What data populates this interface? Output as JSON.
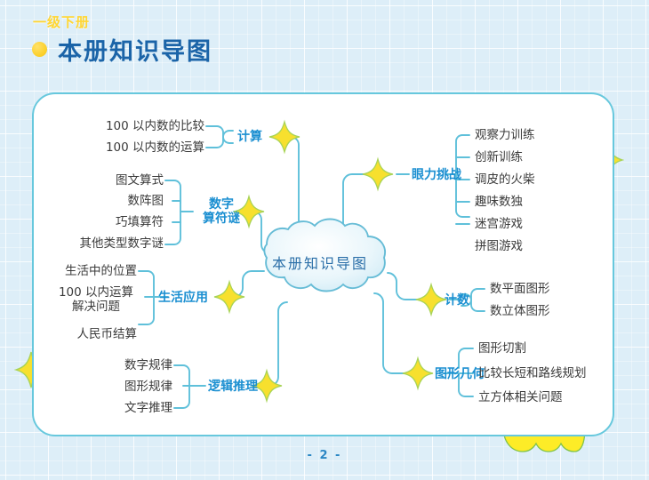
{
  "header": {
    "grade_label": "一级下册",
    "title": "本册知识导图",
    "bullet_icon": "dot-icon"
  },
  "footer": {
    "page_number": "- 2 -"
  },
  "colors": {
    "page_background": "#ddeef8",
    "card_background": "#ffffff",
    "card_border": "#67c8dd",
    "title_blue": "#1b64a8",
    "branch_blue": "#1b8fd1",
    "connector_blue": "#5fc0da",
    "sparkle_yellow": "#f7e02e",
    "sparkle_outline": "#9fd24a",
    "leaf_text": "#3b3b3b",
    "center_text": "#2b6fa8",
    "grade_yellow": "#ffd633"
  },
  "mindmap": {
    "center": {
      "label": "本册知识导图",
      "shape": "cloud"
    },
    "branches": [
      {
        "id": "jisuan",
        "label": "计算",
        "side": "left",
        "marker_icon": "sparkle-icon",
        "leaves": [
          "100 以内数的比较",
          "100 以内数的运算"
        ]
      },
      {
        "id": "shuzisuanfumi",
        "label": "数字算符谜",
        "label_line1": "数字",
        "label_line2": "算符谜",
        "side": "left",
        "marker_icon": "sparkle-icon",
        "leaves": [
          "图文算式",
          "数阵图",
          "巧填算符",
          "其他类型数字谜"
        ]
      },
      {
        "id": "shenghuoyingyong",
        "label": "生活应用",
        "side": "left",
        "marker_icon": "sparkle-icon",
        "leaves": [
          "生活中的位置",
          "100 以内运算解决问题",
          "人民币结算"
        ]
      },
      {
        "id": "luojituili",
        "label": "逻辑推理",
        "side": "left",
        "marker_icon": "sparkle-icon",
        "leaves": [
          "数字规律",
          "图形规律",
          "文字推理"
        ]
      },
      {
        "id": "yanlitiaozhan",
        "label": "眼力挑战",
        "side": "right",
        "marker_icon": "sparkle-icon",
        "leaves": [
          "观察力训练",
          "创新训练",
          "调皮的火柴",
          "趣味数独",
          "迷宫游戏",
          "拼图游戏"
        ]
      },
      {
        "id": "jishu",
        "label": "计数",
        "side": "right",
        "marker_icon": "sparkle-icon",
        "leaves": [
          "数平面图形",
          "数立体图形"
        ]
      },
      {
        "id": "tuxingjihe",
        "label": "图形几何",
        "side": "right",
        "marker_icon": "sparkle-icon",
        "leaves": [
          "图形切割",
          "比较长短和路线规划",
          "立方体相关问题"
        ]
      }
    ]
  },
  "decorations": {
    "left_sparkle": "sparkle-icon",
    "right_sparkle": "sparkle-icon",
    "bottom_cloud": "cloud-decoration"
  }
}
